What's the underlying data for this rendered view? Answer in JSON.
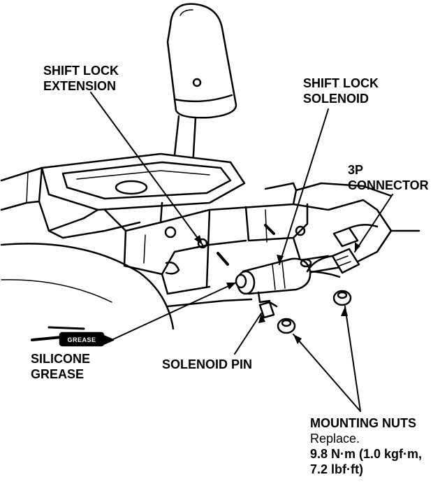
{
  "labels": {
    "shift_lock_extension": [
      "SHIFT LOCK",
      "EXTENSION"
    ],
    "shift_lock_solenoid": [
      "SHIFT LOCK",
      "SOLENOID"
    ],
    "connector": [
      "3P",
      "CONNECTOR"
    ],
    "silicone_grease": [
      "SILICONE",
      "GREASE"
    ],
    "solenoid_pin": "SOLENOID PIN",
    "mounting_nuts": {
      "title": "MOUNTING NUTS",
      "note": "Replace.",
      "torque_1": "9.8 N·m (1.0 kgf·m,",
      "torque_2": "7.2 lbf·ft)"
    }
  },
  "grease_tool_text": "GREASE",
  "colors": {
    "ink": "#000000",
    "paper": "#ffffff"
  }
}
